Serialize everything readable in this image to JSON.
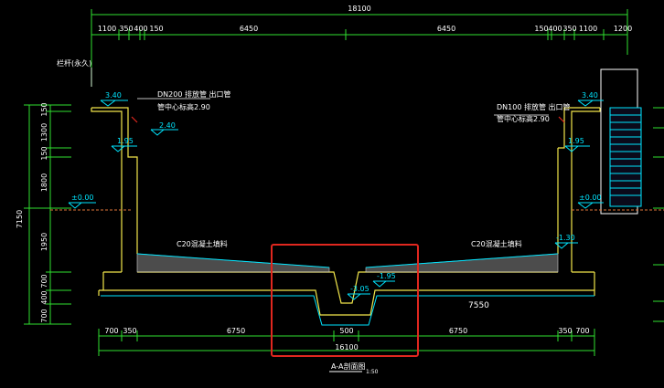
{
  "colors": {
    "background": "#000000",
    "dimension_green": "#2fe02f",
    "structure_yellow": "#f2e74b",
    "elevation_cyan": "#00e5ff",
    "highlight_red": "#e0271f",
    "text_white": "#ffffff"
  },
  "top_dims": {
    "overall": "18100",
    "segments": [
      "1100",
      "350",
      "400",
      "150",
      "6450",
      "6450",
      "150",
      "400",
      "350",
      "1100",
      "1200"
    ]
  },
  "bottom_dims": {
    "segments": [
      "700",
      "350",
      "6750",
      "500",
      "6750",
      "350",
      "700"
    ],
    "overall": "16100"
  },
  "left_dims": {
    "overall": "7150",
    "segments": [
      "150",
      "1300",
      "150",
      "1800",
      "1950",
      "700",
      "400",
      "700"
    ]
  },
  "elevations": {
    "left_top": "3.40",
    "left_pipe": "2.40",
    "left_inner": "1.95",
    "left_ground": "±0.00",
    "right_top": "3.40",
    "right_inner": "1.95",
    "right_ground": "±0.00",
    "right_fill": "-1.30",
    "channel_a": "-3.05",
    "channel_b": "-1.95"
  },
  "labels": {
    "railing": "栏杆(永久)",
    "pipe_left_1": "DN200 排放管 出口管",
    "pipe_left_2": "管中心标高2.90",
    "pipe_right_1": "DN100 排放管 出口管",
    "pipe_right_2": "管中心标高2.90",
    "fill_left": "C20混凝土填料",
    "fill_right": "C20混凝土填料",
    "span_right": "7550",
    "section_title": "A-A剖面图",
    "section_scale": "1:50"
  }
}
